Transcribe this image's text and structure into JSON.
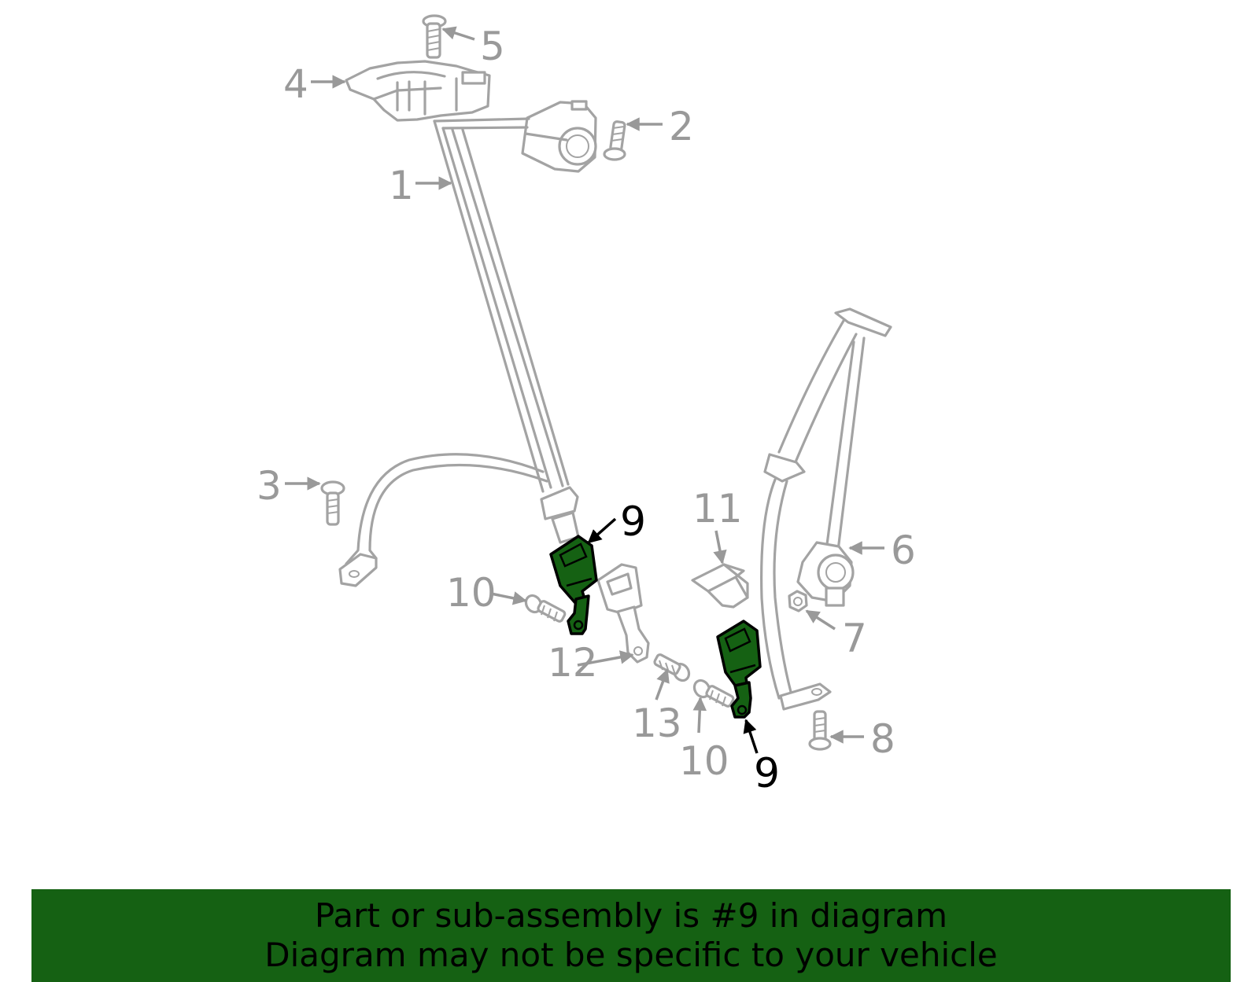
{
  "diagram": {
    "callouts": {
      "c1": "1",
      "c2": "2",
      "c3": "3",
      "c4": "4",
      "c5": "5",
      "c6": "6",
      "c7": "7",
      "c8": "8",
      "c9a": "9",
      "c9b": "9",
      "c10a": "10",
      "c10b": "10",
      "c11": "11",
      "c12": "12",
      "c13": "13"
    },
    "highlight_part": "9",
    "colors": {
      "highlight": "#156113",
      "outline": "#a3a3a3",
      "callout": "#999999",
      "highlight_callout": "#000000"
    }
  },
  "banner": {
    "line1": "Part or sub-assembly is #9 in diagram",
    "line2": "Diagram may not be specific to your vehicle",
    "background": "#156113"
  }
}
